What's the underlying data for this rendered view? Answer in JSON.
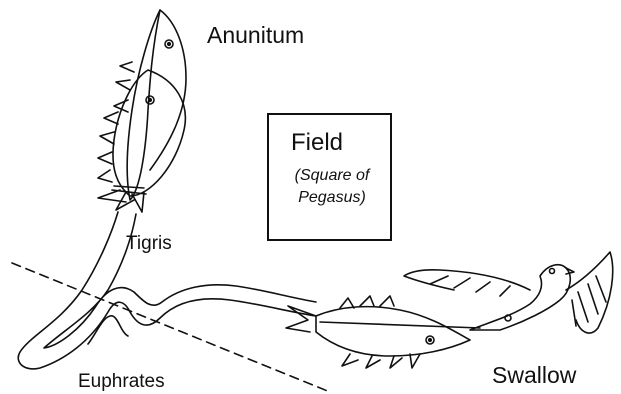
{
  "labels": {
    "anunitum": "Anunitum",
    "tigris": "Tigris",
    "euphrates": "Euphrates",
    "swallow": "Swallow"
  },
  "field": {
    "title": "Field",
    "subtitle_line1": "(Square of",
    "subtitle_line2": "Pegasus)"
  },
  "colors": {
    "ink": "#111111",
    "background": "#ffffff"
  },
  "figures": [
    "fish-anunitum-upper",
    "fish-anunitum-lower",
    "river-tigris",
    "river-euphrates",
    "fish-swallow-tail",
    "swallow-bird",
    "ecliptic-dashed-line"
  ]
}
